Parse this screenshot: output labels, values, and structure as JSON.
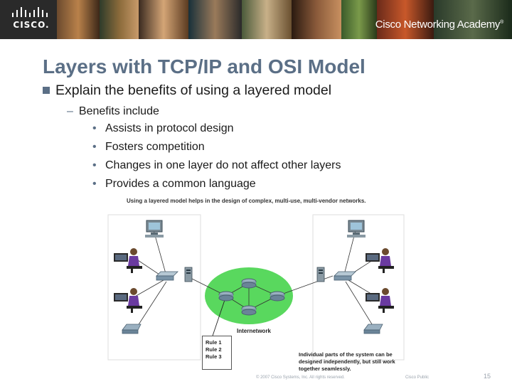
{
  "header": {
    "brand": "CISCO.",
    "academy": "Cisco Networking Academy",
    "academy_tm": "®"
  },
  "slide": {
    "title": "Layers with TCP/IP and OSI Model",
    "bullet": "Explain the benefits of using a layered model",
    "sub_bullet": "Benefits include",
    "items": [
      "Assists in protocol design",
      "Fosters competition",
      "Changes in one layer do not affect other layers",
      "Provides a common language"
    ]
  },
  "figure": {
    "caption": "Using a layered model helps in the design of complex, multi-use, multi-vendor networks.",
    "internetwork_label": "Internetwork",
    "rules": [
      "Rule 1",
      "Rule 2",
      "Rule 3"
    ],
    "note": "Individual parts of the system can be designed independently, but still work together seamlessly."
  },
  "footer": {
    "copyright": "© 2007 Cisco Systems, Inc. All rights reserved.",
    "confidential": "Cisco Public",
    "page_number": "15"
  },
  "colors": {
    "title": "#5b6f86",
    "cloud": "#59d85e",
    "banner": "#2a2a2a"
  }
}
